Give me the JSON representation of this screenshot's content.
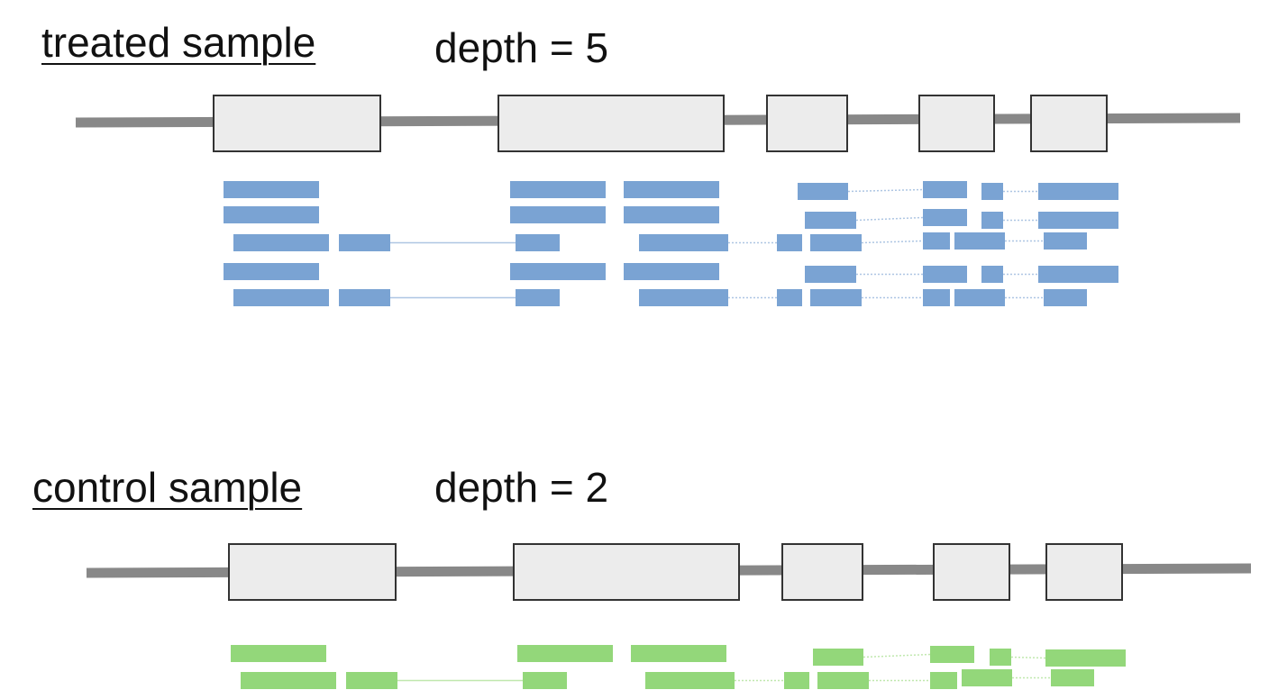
{
  "panels": [
    {
      "title": "treated sample",
      "depth_label": "depth = 5",
      "read_color": "#7aa3d3",
      "connector_color": "#aec6e3"
    },
    {
      "title": "control sample",
      "depth_label": "depth = 2",
      "read_color": "#93d77a",
      "connector_color": "#c0e8ae"
    }
  ],
  "colors": {
    "intron_line": "#888888",
    "exon_fill": "#ececec",
    "exon_stroke": "#333333"
  }
}
